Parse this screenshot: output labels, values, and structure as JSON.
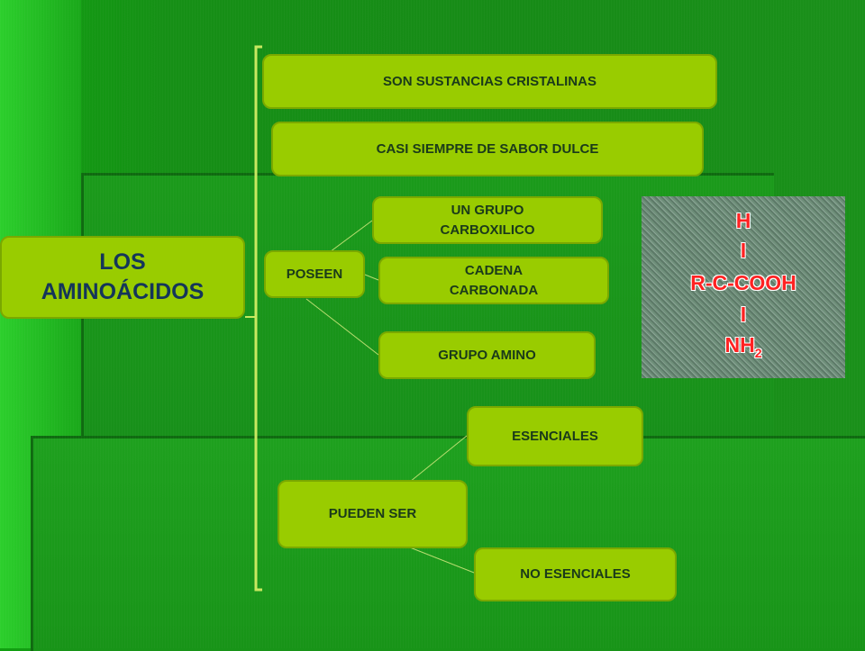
{
  "title": "LOS AMINOÁCIDOS",
  "properties": [
    "SON SUSTANCIAS CRISTALINAS",
    "CASI SIEMPRE DE SABOR DULCE"
  ],
  "posee": {
    "label": "POSEEN",
    "items": [
      "UN GRUPO CARBOXILICO",
      "CADENA CARBONADA",
      "GRUPO AMINO"
    ]
  },
  "pueden_ser": {
    "label": "PUEDEN SER",
    "items": [
      "ESENCIALES",
      "NO ESENCIALES"
    ]
  },
  "formula": {
    "line1": "H",
    "line2": "I",
    "line3": "R-C-COOH",
    "line4": "I",
    "line5": "NH",
    "line5_sub": "2"
  },
  "colors": {
    "box": "#99cc00",
    "formula_text": "#ff2222",
    "title_text": "#14355a"
  }
}
